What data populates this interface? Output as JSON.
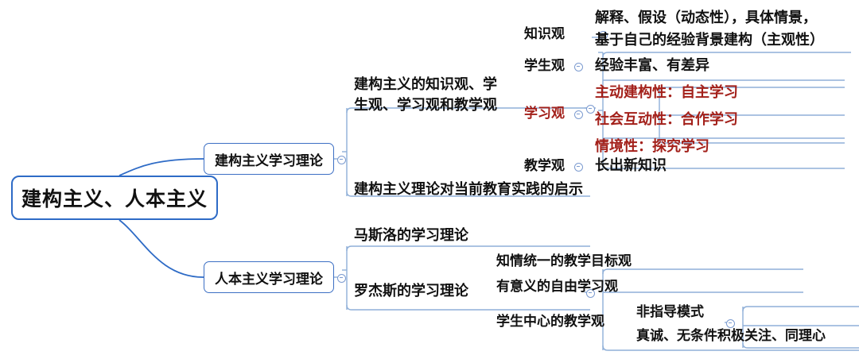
{
  "diagram": {
    "type": "mind-map",
    "title": "建构主义、人本主义",
    "colors": {
      "root_border": "#2E6BC6",
      "node_border": "#3C6FC4",
      "connector": "#8FAFD8",
      "curve": "#2E6BC6",
      "text": "#111111",
      "highlight_red": "#A3201A",
      "background": "#FFFFFF"
    }
  },
  "root": {
    "label": "建构主义、人本主义"
  },
  "branches": {
    "constructivism": {
      "label": "建构主义学习理论",
      "children": {
        "views": {
          "label_line1": "建构主义的知识观、学",
          "label_line2": "生观、学习观和教学观",
          "children": [
            {
              "label": "知识观",
              "detail_line1": "解释、假设（动态性），具体情景，",
              "detail_line2": "基于自己的经验背景建构（主观性）",
              "color": "#111111"
            },
            {
              "label": "学生观",
              "detail_line1": "经验丰富、有差异",
              "color": "#111111"
            },
            {
              "label": "学习观",
              "color": "#A3201A",
              "details": [
                "主动建构性：自主学习",
                "社会互动性：合作学习",
                "情境性：探究学习"
              ]
            },
            {
              "label": "教学观",
              "detail_line1": "长出新知识",
              "color": "#111111"
            }
          ]
        },
        "implications": {
          "label": "建构主义理论对当前教育实践的启示"
        }
      }
    },
    "humanism": {
      "label": "人本主义学习理论",
      "children": [
        {
          "label": "马斯洛的学习理论"
        },
        {
          "label": "罗杰斯的学习理论",
          "children": [
            {
              "label": "知情统一的教学目标观"
            },
            {
              "label": "有意义的自由学习观"
            },
            {
              "label": "学生中心的教学观",
              "children": [
                {
                  "label": "非指导模式"
                },
                {
                  "label": "真诚、无条件积极关注、同理心"
                }
              ]
            }
          ]
        }
      ]
    }
  },
  "icons": {
    "collapse_marker": "collapse-marker-icon"
  }
}
